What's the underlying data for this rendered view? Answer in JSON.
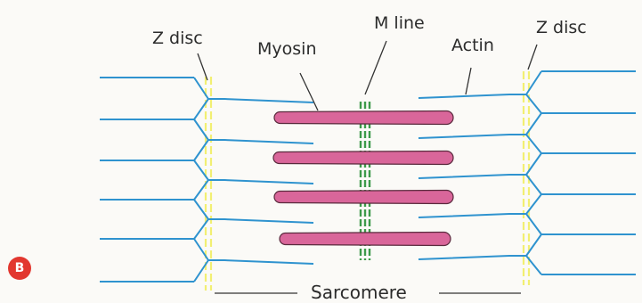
{
  "labels": {
    "z_disc_left": "Z disc",
    "myosin": "Myosin",
    "m_line": "M line",
    "actin": "Actin",
    "z_disc_right": "Z disc",
    "sarcomere": "Sarcomere"
  },
  "panel_badge": "B",
  "colors": {
    "actin": "#2f93cf",
    "myosin_fill": "#d9669a",
    "myosin_stroke": "#5a2a3d",
    "z_disc": "#f2ef72",
    "m_line": "#3d9a4a",
    "badge": "#e2372f",
    "leader": "#333333"
  }
}
